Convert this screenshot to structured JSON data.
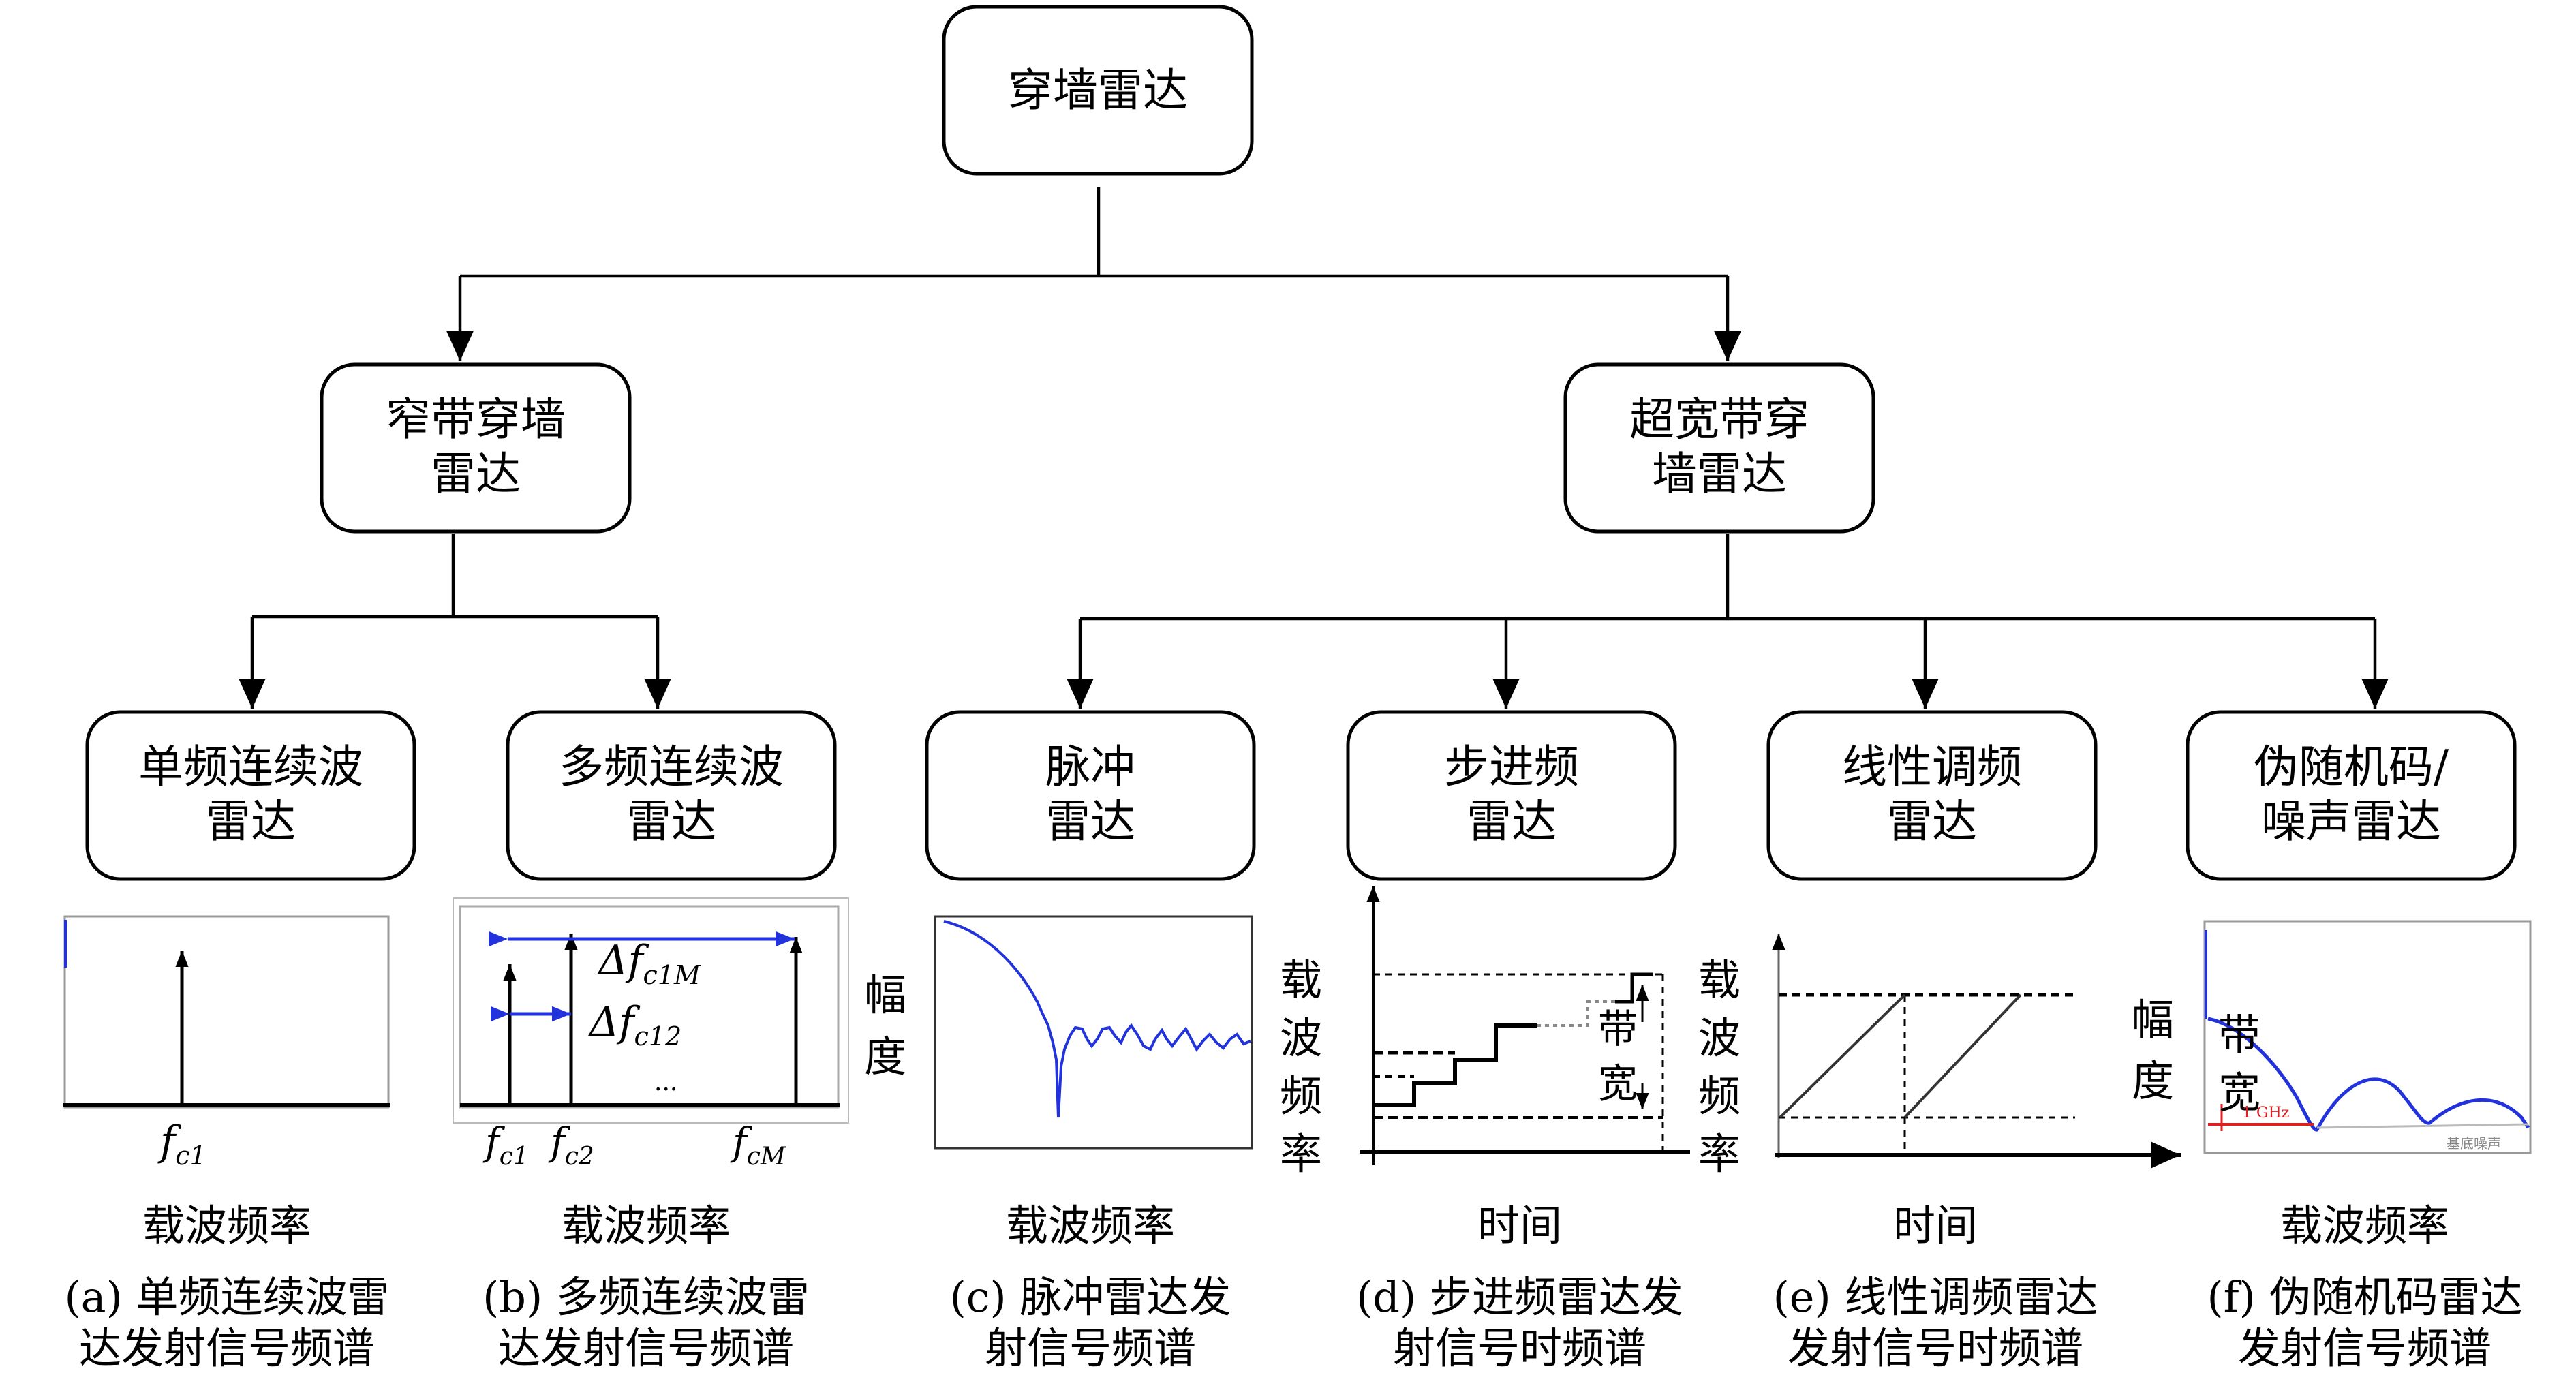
{
  "root": {
    "lines": [
      "穿墙雷达"
    ]
  },
  "mid": [
    {
      "lines": [
        "窄带穿墙",
        "雷达"
      ]
    },
    {
      "lines": [
        "超宽带穿",
        "墙雷达"
      ]
    }
  ],
  "leaves": [
    {
      "lines": [
        "单频连续波",
        "雷达"
      ]
    },
    {
      "lines": [
        "多频连续波",
        "雷达"
      ]
    },
    {
      "lines": [
        "脉冲",
        "雷达"
      ]
    },
    {
      "lines": [
        "步进频",
        "雷达"
      ]
    },
    {
      "lines": [
        "线性调频",
        "雷达"
      ]
    },
    {
      "lines": [
        "伪随机码/",
        "噪声雷达"
      ]
    }
  ],
  "xlabels": [
    "载波频率",
    "载波频率",
    "载波频率",
    "时间",
    "时间",
    "载波频率"
  ],
  "captions": [
    [
      "(a) 单频连续波雷",
      "达发射信号频谱"
    ],
    [
      "(b) 多频连续波雷",
      "达发射信号频谱"
    ],
    [
      "(c) 脉冲雷达发",
      "射信号频谱"
    ],
    [
      "(d) 步进频雷达发",
      "射信号时频谱"
    ],
    [
      "(e) 线性调频雷达",
      "发射信号时频谱"
    ],
    [
      "(f) 伪随机码雷达",
      "发射信号频谱"
    ]
  ],
  "plot_a": {
    "freq_label": "f",
    "freq_sub": "c1"
  },
  "plot_b": {
    "freqs": [
      {
        "main": "f",
        "sub": "c1"
      },
      {
        "main": "f",
        "sub": "c2"
      },
      {
        "main": "f",
        "sub": "cM"
      }
    ],
    "delta_long": {
      "main": "Δf",
      "sub": "c1M"
    },
    "delta_short": {
      "main": "Δf",
      "sub": "c12"
    },
    "ellipsis": "..."
  },
  "plot_c": {
    "ylabel": [
      "幅",
      "度"
    ]
  },
  "plot_d": {
    "ylabel": [
      "载",
      "波",
      "频",
      "率"
    ],
    "bandwidth": [
      "带",
      "宽"
    ]
  },
  "plot_e": {
    "ylabel": [
      "载",
      "波",
      "频",
      "率"
    ]
  },
  "plot_f": {
    "ylabel": [
      "幅",
      "度"
    ],
    "bandwidth": [
      "带",
      "宽"
    ],
    "small_label_1": "1 GHz",
    "small_label_2": "基底噪声"
  },
  "colors": {
    "stroke": "#000000",
    "curve": "#2233dd",
    "marker": "#e02020"
  }
}
